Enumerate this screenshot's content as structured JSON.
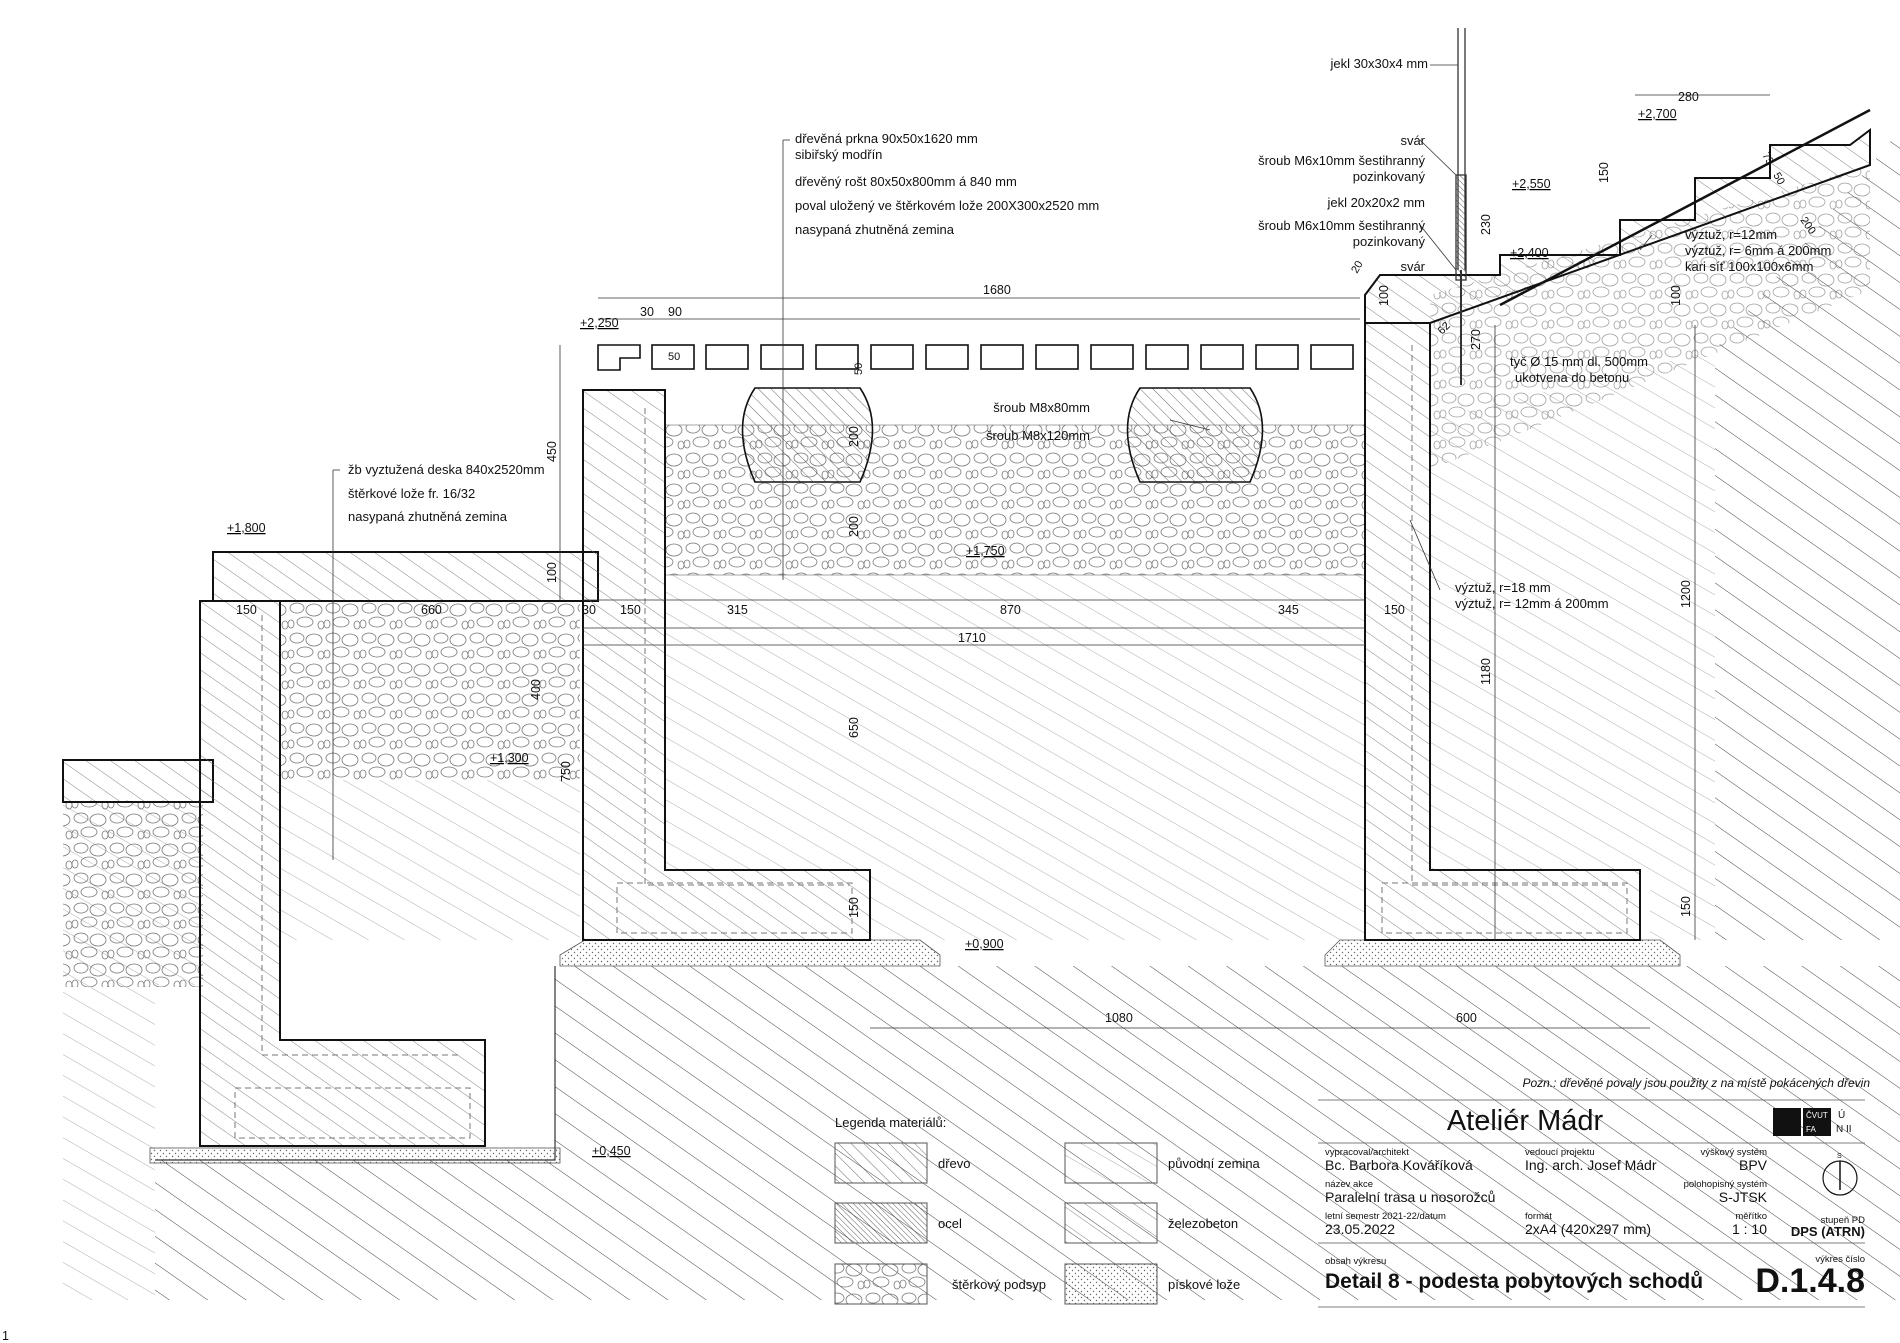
{
  "labels": {
    "deck_planks": "dřevěná prkna 90x50x1620 mm",
    "deck_planks_2": "sibiřský modřín",
    "grid": "dřevěný rošt 80x50x800mm á 840 mm",
    "log": "poval uložený ve štěrkovém lože 200X300x2520 mm",
    "fill": "nasypaná zhutněná zemina",
    "jekl30": "jekl 30x30x4 mm",
    "weld1": "svár",
    "bolt1": "šroub M6x10mm šestihranný",
    "bolt1b": "pozinkovaný",
    "jekl20": "jekl 20x20x2 mm",
    "bolt2": "šroub M6x10mm šestihranný",
    "bolt2b": "pozinkovaný",
    "weld2": "svár",
    "rebar12": "výztuž, r=12mm",
    "rebar6": "výztuž, r= 6mm á 200mm",
    "mesh": "kari síť 100x100x6mm",
    "rod": "tyč Ø 15 mm dl. 500mm",
    "rod2": "ukotvena do betonu",
    "screw80": "šroub M8x80mm",
    "screw120": "šroub M8x120mm",
    "slab": "žb vyztužená deska 840x2520mm",
    "gravel": "štěrkové lože fr. 16/32",
    "fill2": "nasypaná zhutněná zemina",
    "rebar18": "výztuž, r=18 mm",
    "rebar12b": "výztuž, r= 12mm á 200mm",
    "note": "Pozn.: dřevěné povaly jsou použity z na místě pokácených dřevin"
  },
  "levels": {
    "l2700": "+2,700",
    "l2550": "+2,550",
    "l2400": "+2,400",
    "l2250": "+2,250",
    "l1800": "+1,800",
    "l1750": "+1,750",
    "l1300": "+1,300",
    "l0900": "+0,900",
    "l0450": "+0,450"
  },
  "dims": {
    "d1680": "1680",
    "d30": "30",
    "d90": "90",
    "d50": "50",
    "d50b": "50",
    "d450": "450",
    "d100": "100",
    "d200a": "200",
    "d200b": "200",
    "d150a": "150",
    "d660": "660",
    "d30b": "30",
    "d150b": "150",
    "d315": "315",
    "d870": "870",
    "d345": "345",
    "d150c": "150",
    "d1710": "1710",
    "d400": "400",
    "d750": "750",
    "d650": "650",
    "d150d": "150",
    "d1080": "1080",
    "d600": "600",
    "d1180": "1180",
    "d1200": "1200",
    "d150e": "150",
    "d280": "280",
    "d150f": "150",
    "d230": "230",
    "d75": "75",
    "d50c": "50",
    "d200c": "200",
    "d100b": "100",
    "d20": "20",
    "d100c": "100",
    "d62": "62",
    "d270": "270",
    "d1": "1"
  },
  "legend": {
    "title": "Legenda materiálů:",
    "items": [
      "dřevo",
      "původní zemina",
      "ocel",
      "železobeton",
      "štěrkový podsyp",
      "pískové lože"
    ]
  },
  "title_block": {
    "studio": "Ateliér Mádr",
    "logo1": "ČVUT",
    "logo2": "FA",
    "logo3": "Ú",
    "logo4": "N II",
    "author_cap": "vypracoval/architekt",
    "author": "Bc. Barbora Kováříková",
    "lead_cap": "vedoucí projektu",
    "lead": "Ing. arch. Josef Mádr",
    "height_cap": "výškový systém",
    "height": "BPV",
    "action_cap": "název akce",
    "action": "Paralelní trasa u nosorožců",
    "pos_cap": "polohopisný systém",
    "pos": "S-JTSK",
    "sem_cap": "letní semestr 2021-22/datum",
    "sem": "23.05.2022",
    "fmt_cap": "formát",
    "fmt": "2xA4 (420x297 mm)",
    "scale_cap": "měřítko",
    "scale": "1 : 10",
    "stage_cap": "stupeň PD",
    "stage": "DPS (ATRN)",
    "content_cap": "obsah výkresu",
    "content": "Detail 8 - podesta pobytových schodů",
    "num_cap": "výkres číslo",
    "num": "D.1.4.8",
    "north": "S"
  }
}
